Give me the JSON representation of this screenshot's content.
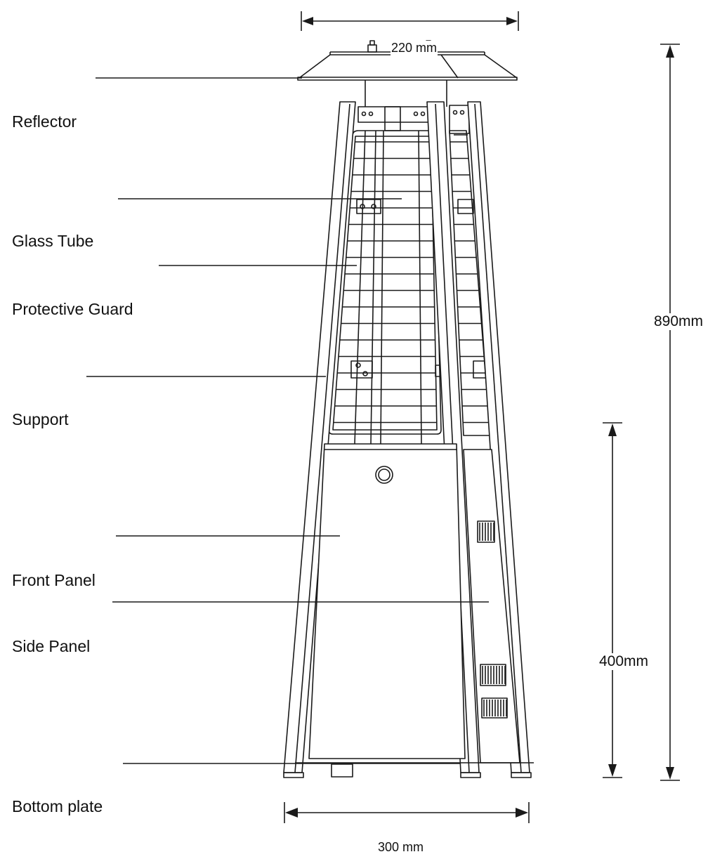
{
  "labels": {
    "reflector": "Reflector",
    "glass_tube": "Glass Tube",
    "protective_guard": "Protective Guard",
    "support": "Support",
    "front_panel": "Front Panel",
    "side_panel": "Side Panel",
    "bottom_plate": "Bottom plate"
  },
  "dimensions": {
    "top_width": "220 mm",
    "total_height": "890mm",
    "body_height": "400mm",
    "base_width": "300 mm"
  },
  "colors": {
    "line": "#1a1a1a",
    "background": "#ffffff"
  }
}
